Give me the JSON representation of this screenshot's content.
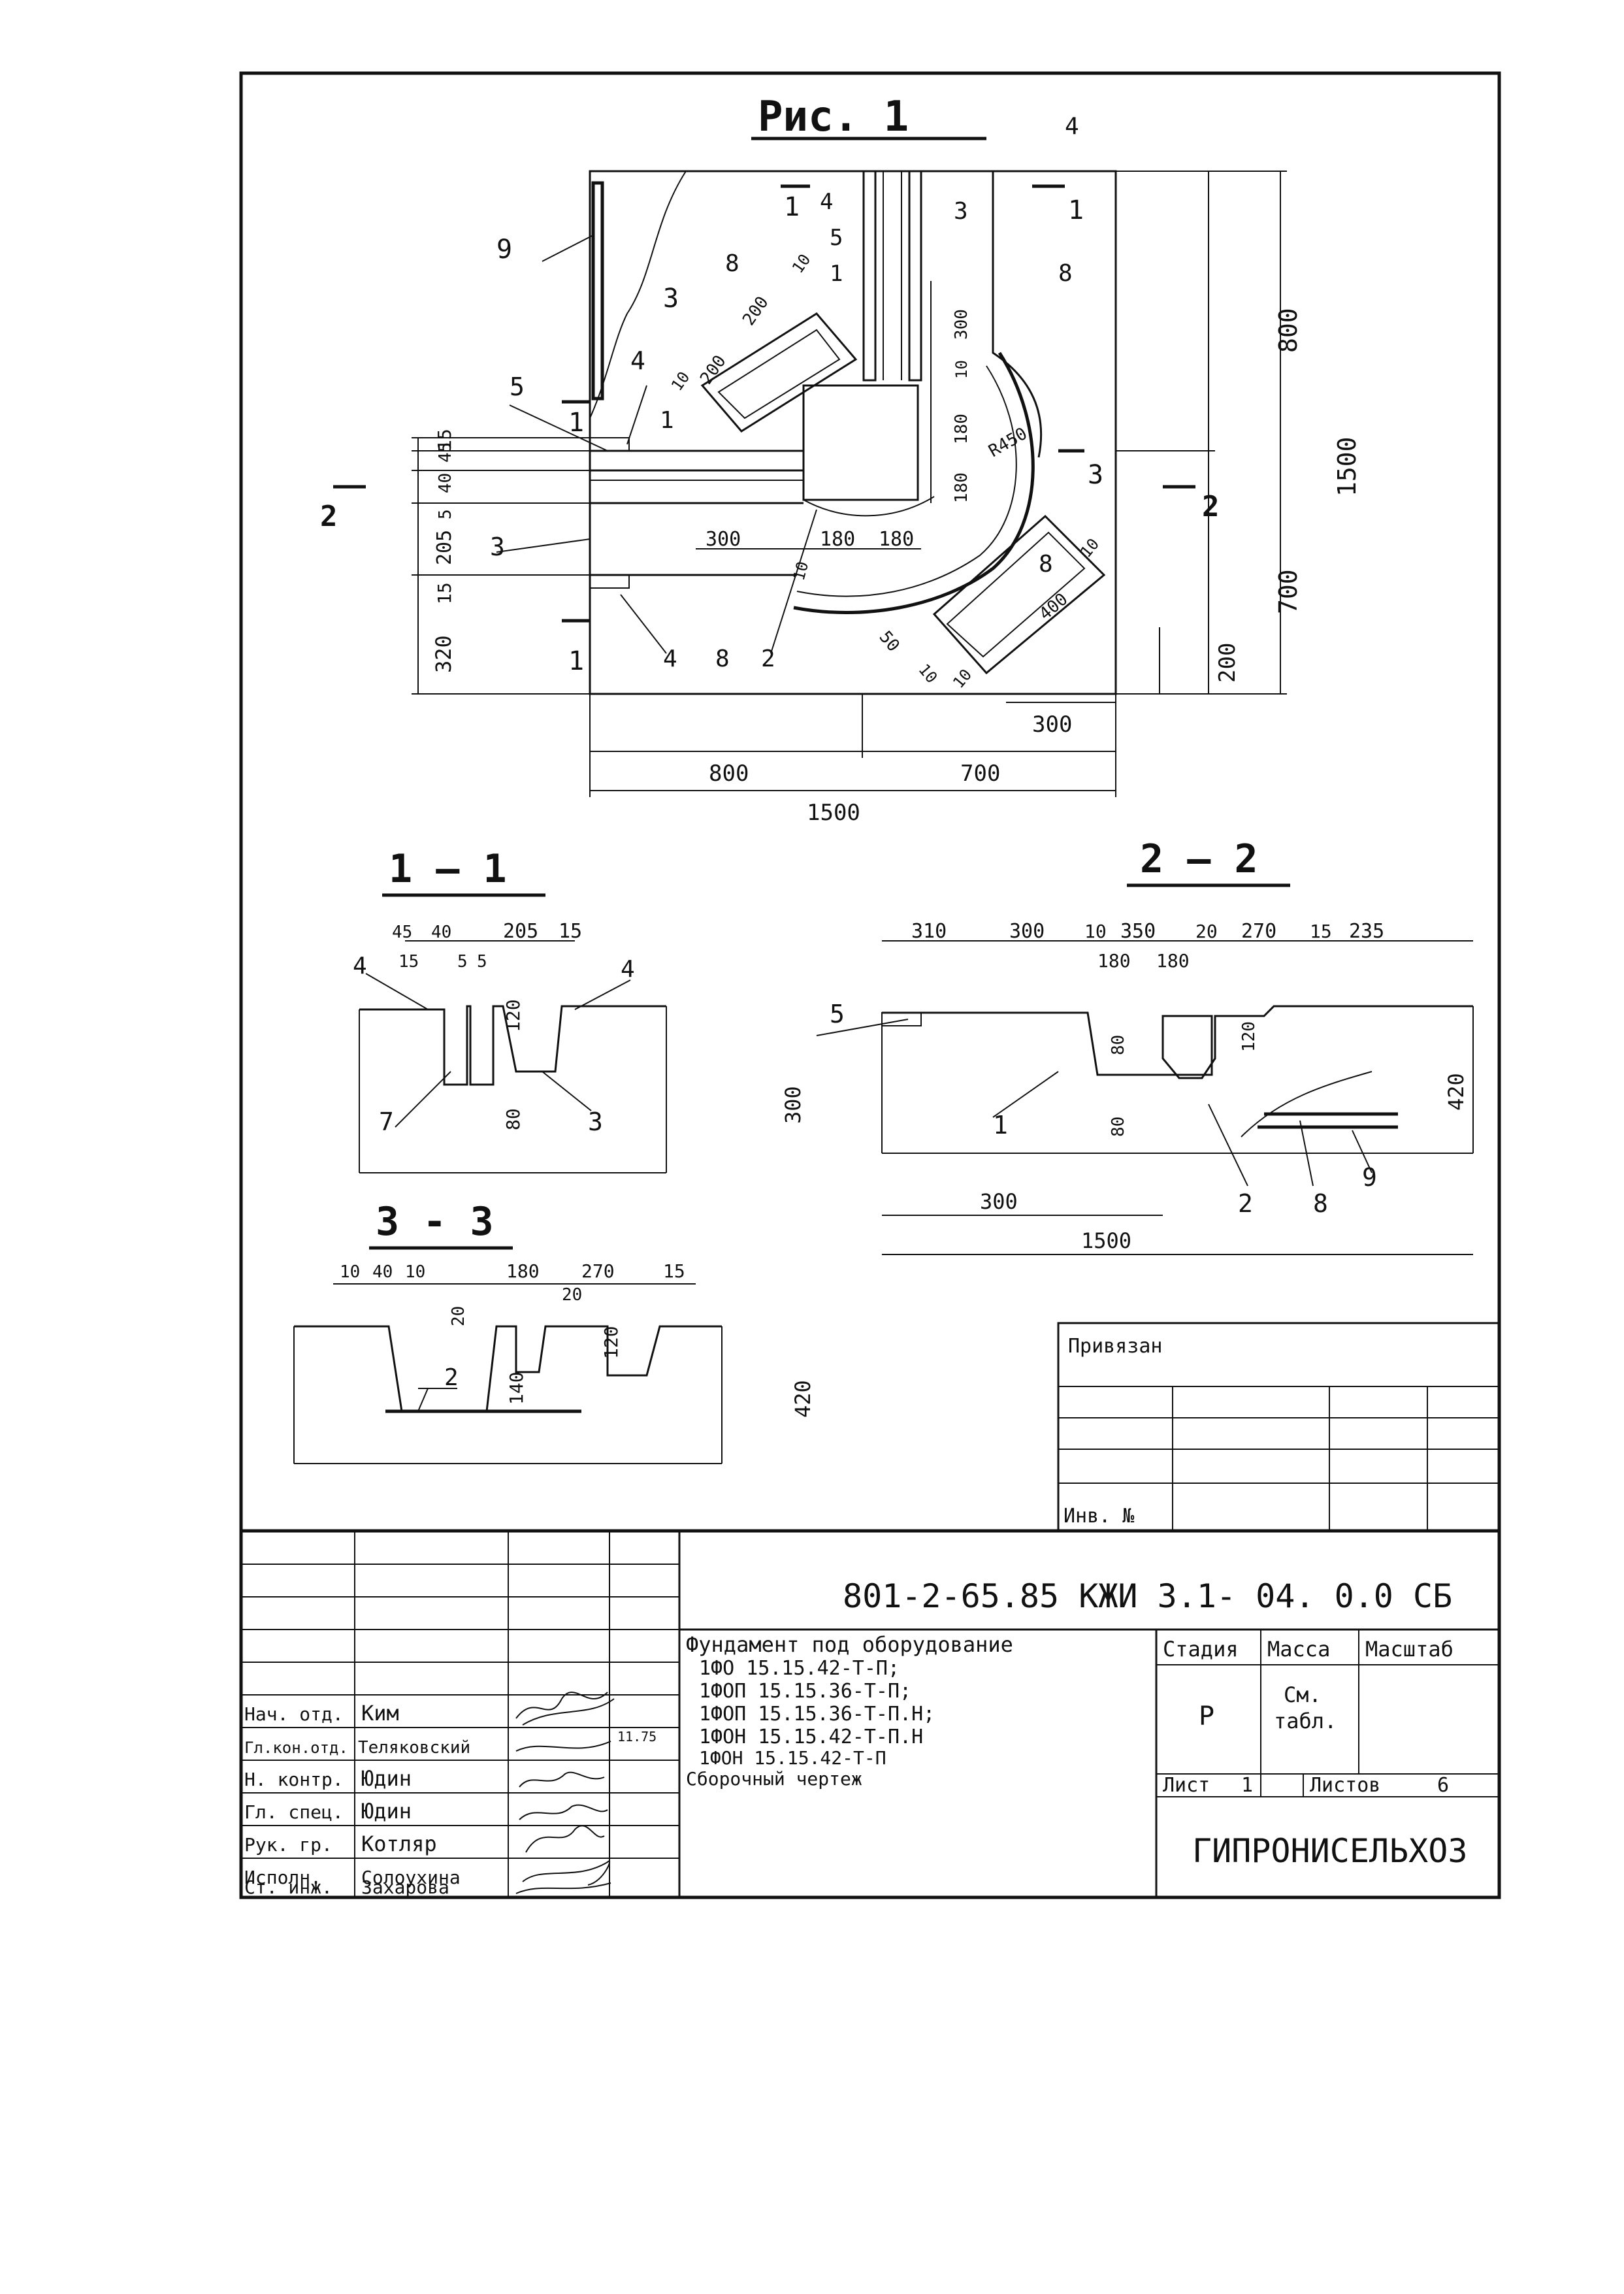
{
  "drawing": {
    "fig_title": "Рис.  1",
    "plan": {
      "dims": {
        "d800": "800",
        "d700": "700",
        "d1500": "1500",
        "d300": "300",
        "d200": "200",
        "r800": "800",
        "r1500": "1500",
        "r700": "700",
        "l15a": "15",
        "l4045": "40 45",
        "l5": "5",
        "l205": "205",
        "l15b": "15",
        "l320": "320",
        "d300i": "300",
        "d180a": "180",
        "d180b": "180",
        "d200a": "200",
        "d200b": "200",
        "d10a": "10",
        "d10b": "10",
        "d10c": "10",
        "d10d": "10",
        "d300v": "300",
        "d180v": "180",
        "d180v2": "180",
        "r450": "R450",
        "d400": "400",
        "d50": "50",
        "d10e": "10",
        "d10f": "10",
        "d10g": "10"
      },
      "labels": {
        "n9": "9",
        "n8a": "8",
        "n4a": "4",
        "n5a": "5",
        "n1a": "1",
        "n3a": "3",
        "n4b": "4",
        "n8b": "8",
        "n5b": "5",
        "n4c": "4",
        "n1b": "1",
        "n3b": "3",
        "n4d": "4",
        "n8c": "8",
        "n2a": "2",
        "n8d": "8",
        "s1a": "1",
        "s1b": "1",
        "s1c": "1",
        "s1d": "1",
        "s2a": "2",
        "s2b": "2",
        "s3a": "3",
        "s3b": "3"
      }
    },
    "sec11": {
      "title": "1 — 1",
      "dims": {
        "a": "45",
        "b": "40",
        "c": "205",
        "d": "15",
        "e": "15",
        "f": "5",
        "g": "5",
        "h": "120",
        "i": "80"
      },
      "labels": {
        "n4a": "4",
        "n4b": "4",
        "n7": "7",
        "n3": "3"
      }
    },
    "sec22": {
      "title": "2 — 2",
      "dims": {
        "a": "310",
        "b": "300",
        "c": "10",
        "d": "350",
        "e": "20",
        "f": "270",
        "g": "15",
        "h": "235",
        "i": "180",
        "j": "180",
        "k": "80",
        "l": "80",
        "m": "120",
        "n": "300",
        "o": "420",
        "p": "300",
        "q": "1500"
      },
      "labels": {
        "n5": "5",
        "n1": "1",
        "n2": "2",
        "n8": "8",
        "n9": "9"
      }
    },
    "sec33": {
      "title": "3 - 3",
      "dims": {
        "a": "10",
        "b": "40",
        "c": "10",
        "d": "20",
        "e": "180",
        "f": "270",
        "g": "15",
        "h": "20",
        "i": "120",
        "j": "140",
        "k": "420"
      },
      "labels": {
        "n2": "2"
      }
    }
  },
  "stamp": {
    "privyazan": "Привязан",
    "inv": "Инв. №",
    "code": "801-2-65.85  КЖИ 3.1- 04. 0.0 СБ",
    "title_lines": [
      "Фундамент под оборудование",
      "1ФО 15.15.42-Т-П;",
      "1ФОП 15.15.36-Т-П;",
      "1ФОП 15.15.36-Т-П.Н;",
      "1ФОН 15.15.42-Т-П.Н",
      "1ФОН 15.15.42-Т-П",
      "Сборочный  чертеж"
    ],
    "stage_h": "Стадия",
    "mass_h": "Масса",
    "scale_h": "Масштаб",
    "stage": "Р",
    "mass_1": "См.",
    "mass_2": "табл.",
    "sheet_l": "Лист",
    "sheet_n": "1",
    "sheets_l": "Листов",
    "sheets_n": "6",
    "org": "ГИПРОНИСЕЛЬХОЗ",
    "date_note": "11.75",
    "people": [
      {
        "role": "Нач. отд.",
        "name": "Ким"
      },
      {
        "role": "Гл.кон.отд.",
        "name": "Теляковский"
      },
      {
        "role": "Н. контр.",
        "name": "Юдин"
      },
      {
        "role": "Гл. спец.",
        "name": "Юдин"
      },
      {
        "role": "Рук. гр.",
        "name": "Котляр"
      },
      {
        "role": "Исполн.",
        "name": "Солоухина"
      },
      {
        "role": "Ст. инж.",
        "name": "Захарова"
      }
    ]
  }
}
